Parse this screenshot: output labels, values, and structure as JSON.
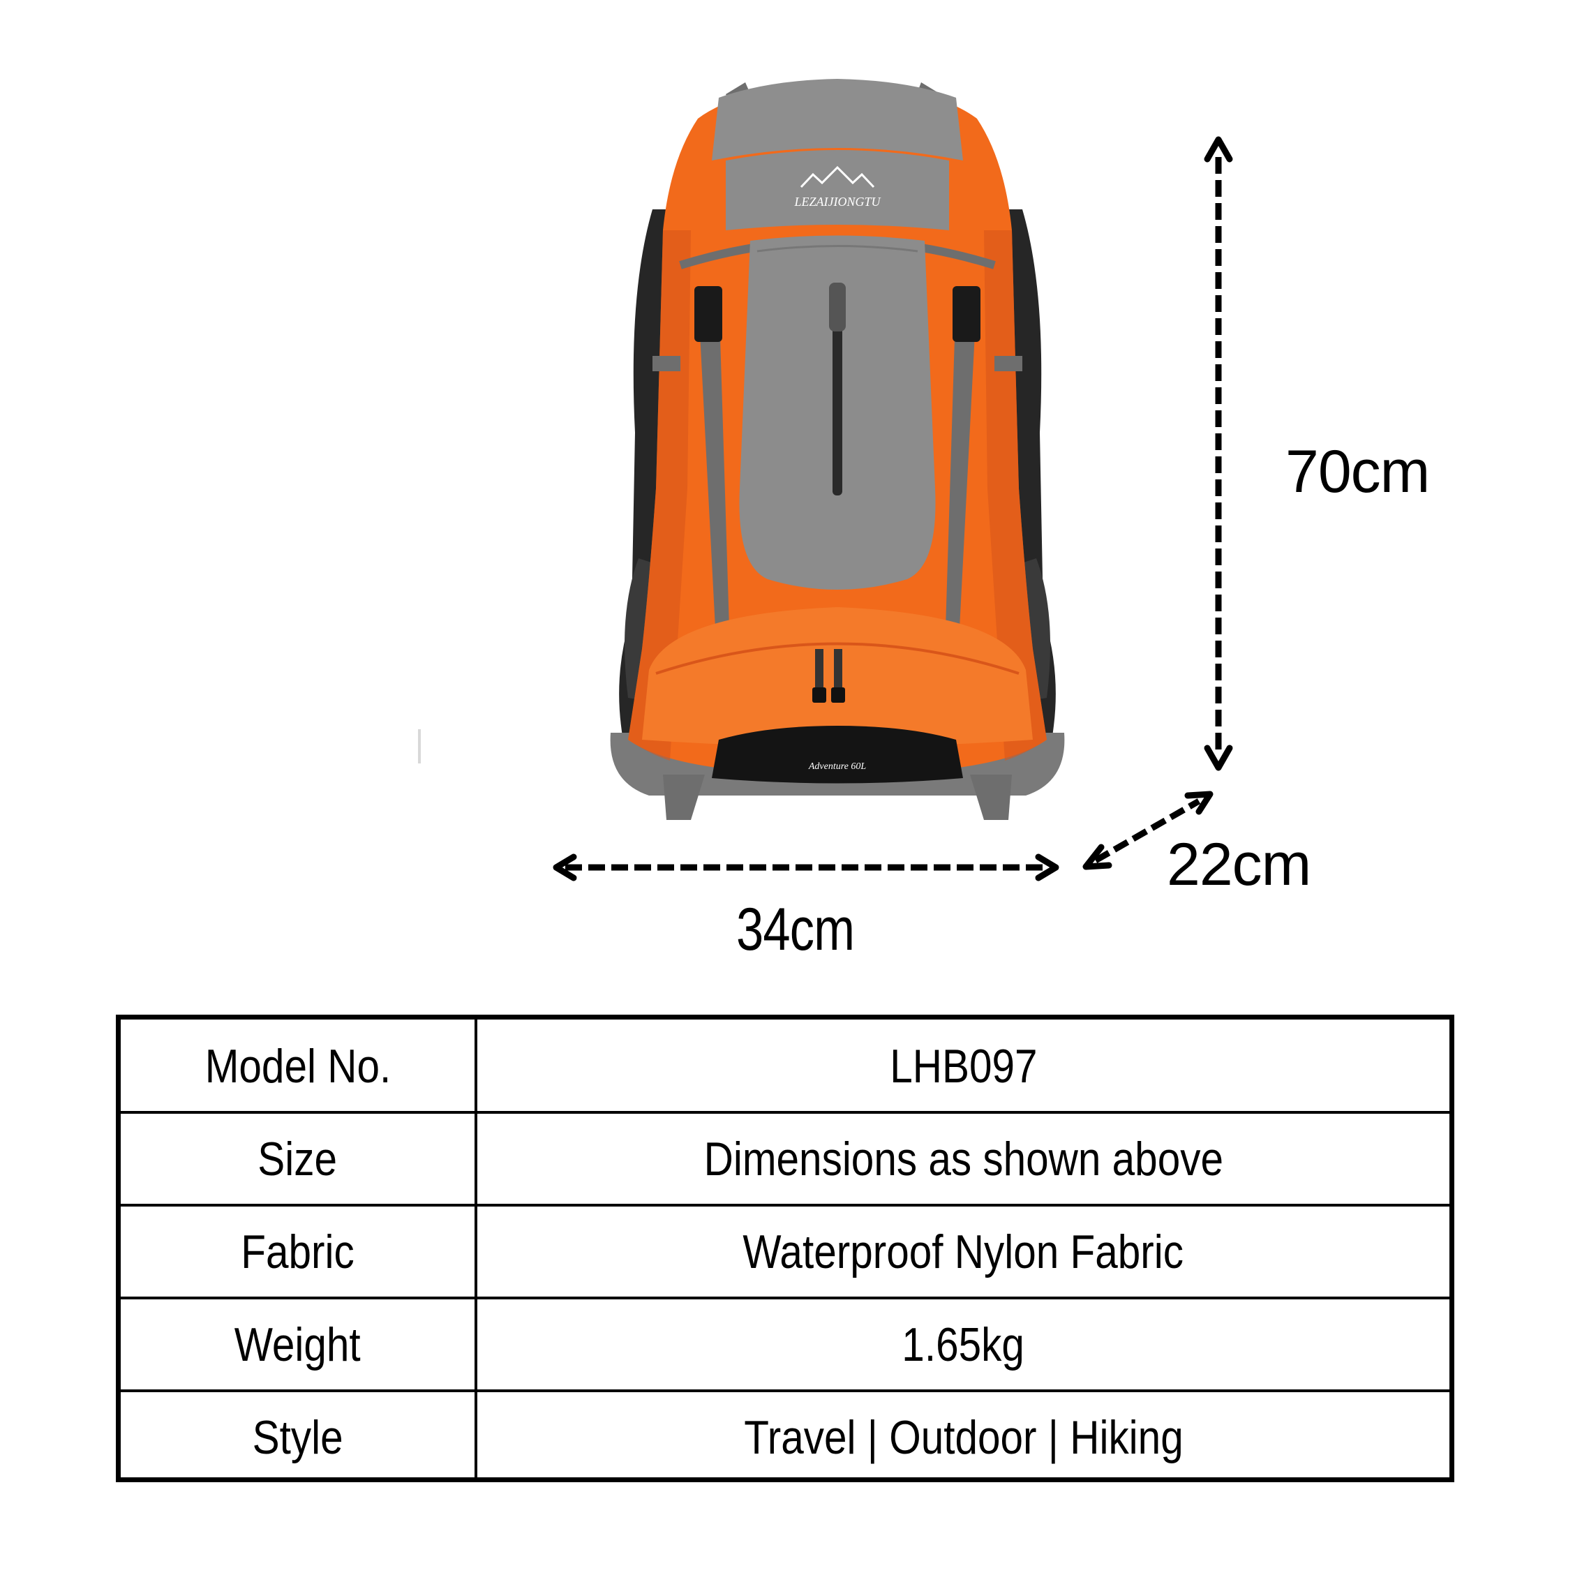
{
  "product": {
    "brand_logo_text": "LEZAIJIONGTU",
    "bottom_panel_text": "Adventure 60L",
    "colors": {
      "orange": "#f26a1b",
      "panel_gray": "#8c8c8c",
      "strap_gray": "#6e6e6e",
      "dark": "#1c1c1c"
    }
  },
  "dimensions": {
    "height_label": "70cm",
    "width_label": "34cm",
    "depth_label": "22cm"
  },
  "specs": {
    "rows": [
      {
        "label": "Model No.",
        "value": "LHB097"
      },
      {
        "label": "Size",
        "value": "Dimensions as shown above"
      },
      {
        "label": "Fabric",
        "value": "Waterproof Nylon Fabric"
      },
      {
        "label": "Weight",
        "value": "1.65kg"
      },
      {
        "label": "Style",
        "value": "Travel | Outdoor | Hiking"
      }
    ]
  }
}
